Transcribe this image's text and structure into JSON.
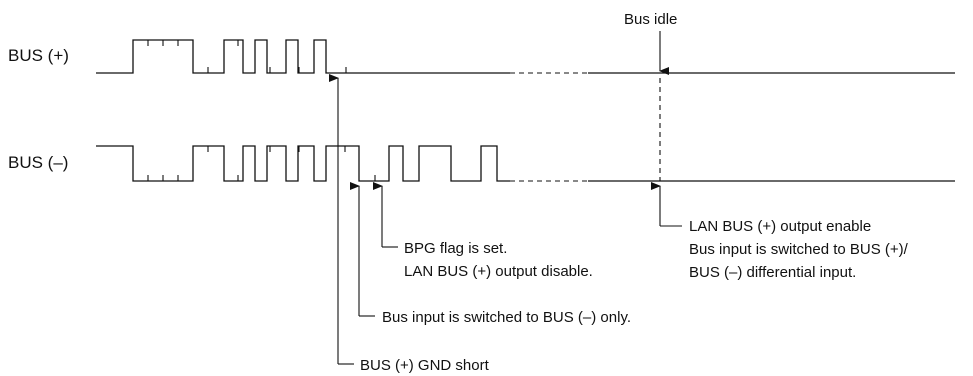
{
  "signals": {
    "bus_plus": "BUS (+)",
    "bus_minus": "BUS (–)"
  },
  "annotations": {
    "bus_idle": "Bus idle",
    "bpg_flag_line1": "BPG flag is set.",
    "bpg_flag_line2": "LAN BUS (+) output disable.",
    "bus_input_switched": "Bus input is switched to BUS (–) only.",
    "gnd_short": "BUS (+) GND short",
    "lan_enable_line1": "LAN BUS (+) output enable",
    "lan_enable_line2": "Bus input is switched to BUS (+)/",
    "lan_enable_line3": "BUS (–) differential input."
  }
}
